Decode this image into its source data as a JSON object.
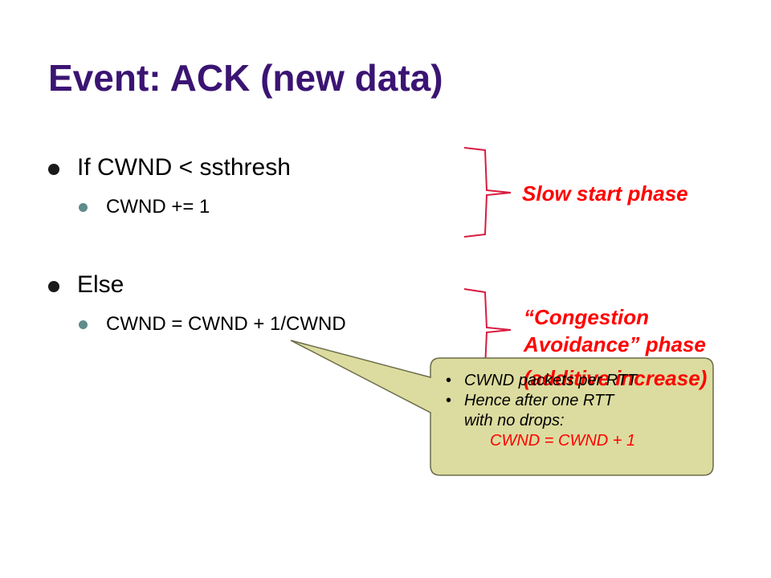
{
  "slide": {
    "title": "Event: ACK (new data)",
    "bullets": {
      "if_line": "If CWND < ssthresh",
      "if_sub": "CWND += 1",
      "else_line": "Else",
      "else_sub": "CWND = CWND + 1/CWND"
    },
    "slow_start_label": "Slow start phase",
    "congestion_label": {
      "line1": "“Congestion",
      "line2": "Avoidance” phase",
      "line3": "(additive increase)"
    },
    "callout": {
      "bullet_char": "•",
      "item1": "CWND packets per RTT",
      "item2_line1": "Hence after one RTT",
      "item2_line2": "with no drops:",
      "result": "CWND = CWND + 1"
    }
  },
  "colors": {
    "title": "#3b1473",
    "accent_red": "#ff0000",
    "callout_fill": "#dcdca0",
    "bracket": "#d81b3f"
  }
}
